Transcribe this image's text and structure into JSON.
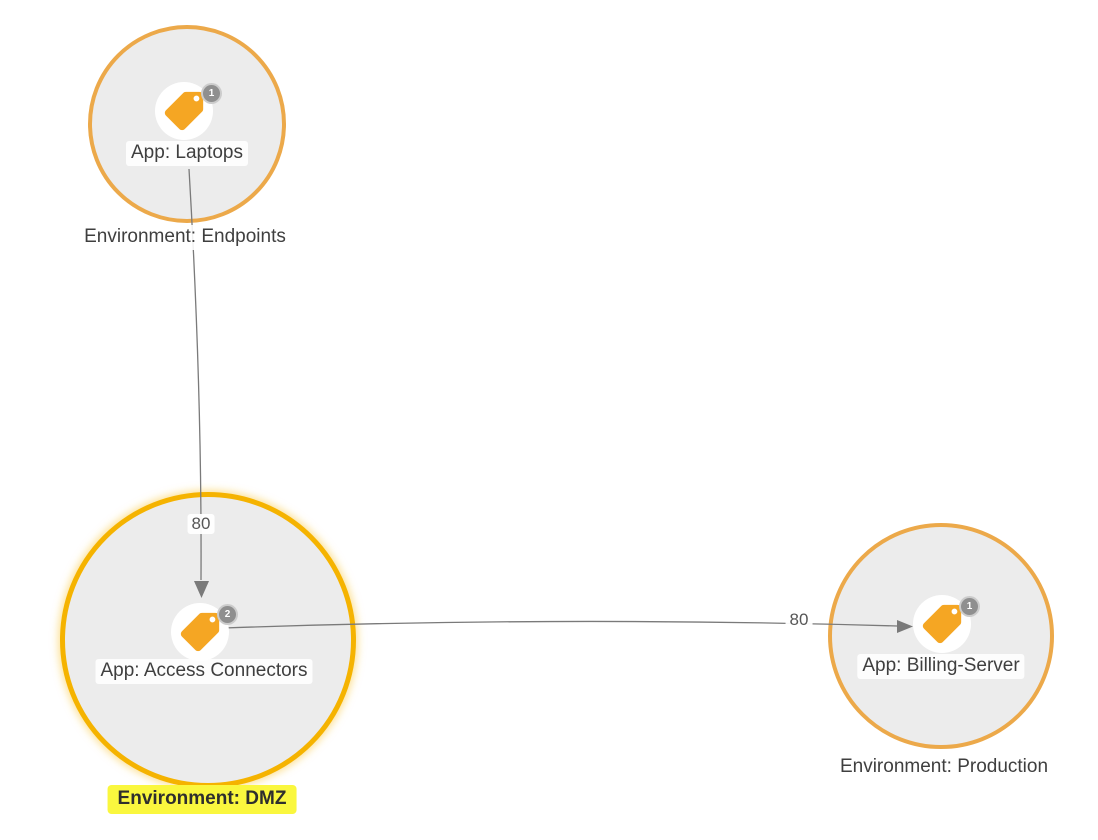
{
  "diagram": {
    "nodes": [
      {
        "id": "laptops",
        "app_label": "App: Laptops",
        "env_label": "Environment: Endpoints",
        "badge_count": "1",
        "icon": "tag-icon",
        "highlighted": false
      },
      {
        "id": "access-connectors",
        "app_label": "App: Access Connectors",
        "env_label": "Environment: DMZ",
        "badge_count": "2",
        "icon": "tag-icon",
        "highlighted": true
      },
      {
        "id": "billing-server",
        "app_label": "App: Billing-Server",
        "env_label": "Environment: Production",
        "badge_count": "1",
        "icon": "tag-icon",
        "highlighted": false
      }
    ],
    "edges": [
      {
        "from": "laptops",
        "to": "access-connectors",
        "port": "80",
        "direction": "down"
      },
      {
        "from": "access-connectors",
        "to": "billing-server",
        "port": "80",
        "direction": "right"
      }
    ],
    "colors": {
      "node_fill": "#ECECEC",
      "node_border": "#ECA94A",
      "node_border_selected": "#F5B300",
      "tag_icon": "#F5A623",
      "badge_bg": "#8F8F8F",
      "edge": "#7A7A7A",
      "label_text": "#3F3F3F",
      "highlight_bg": "#FAF73E"
    }
  }
}
